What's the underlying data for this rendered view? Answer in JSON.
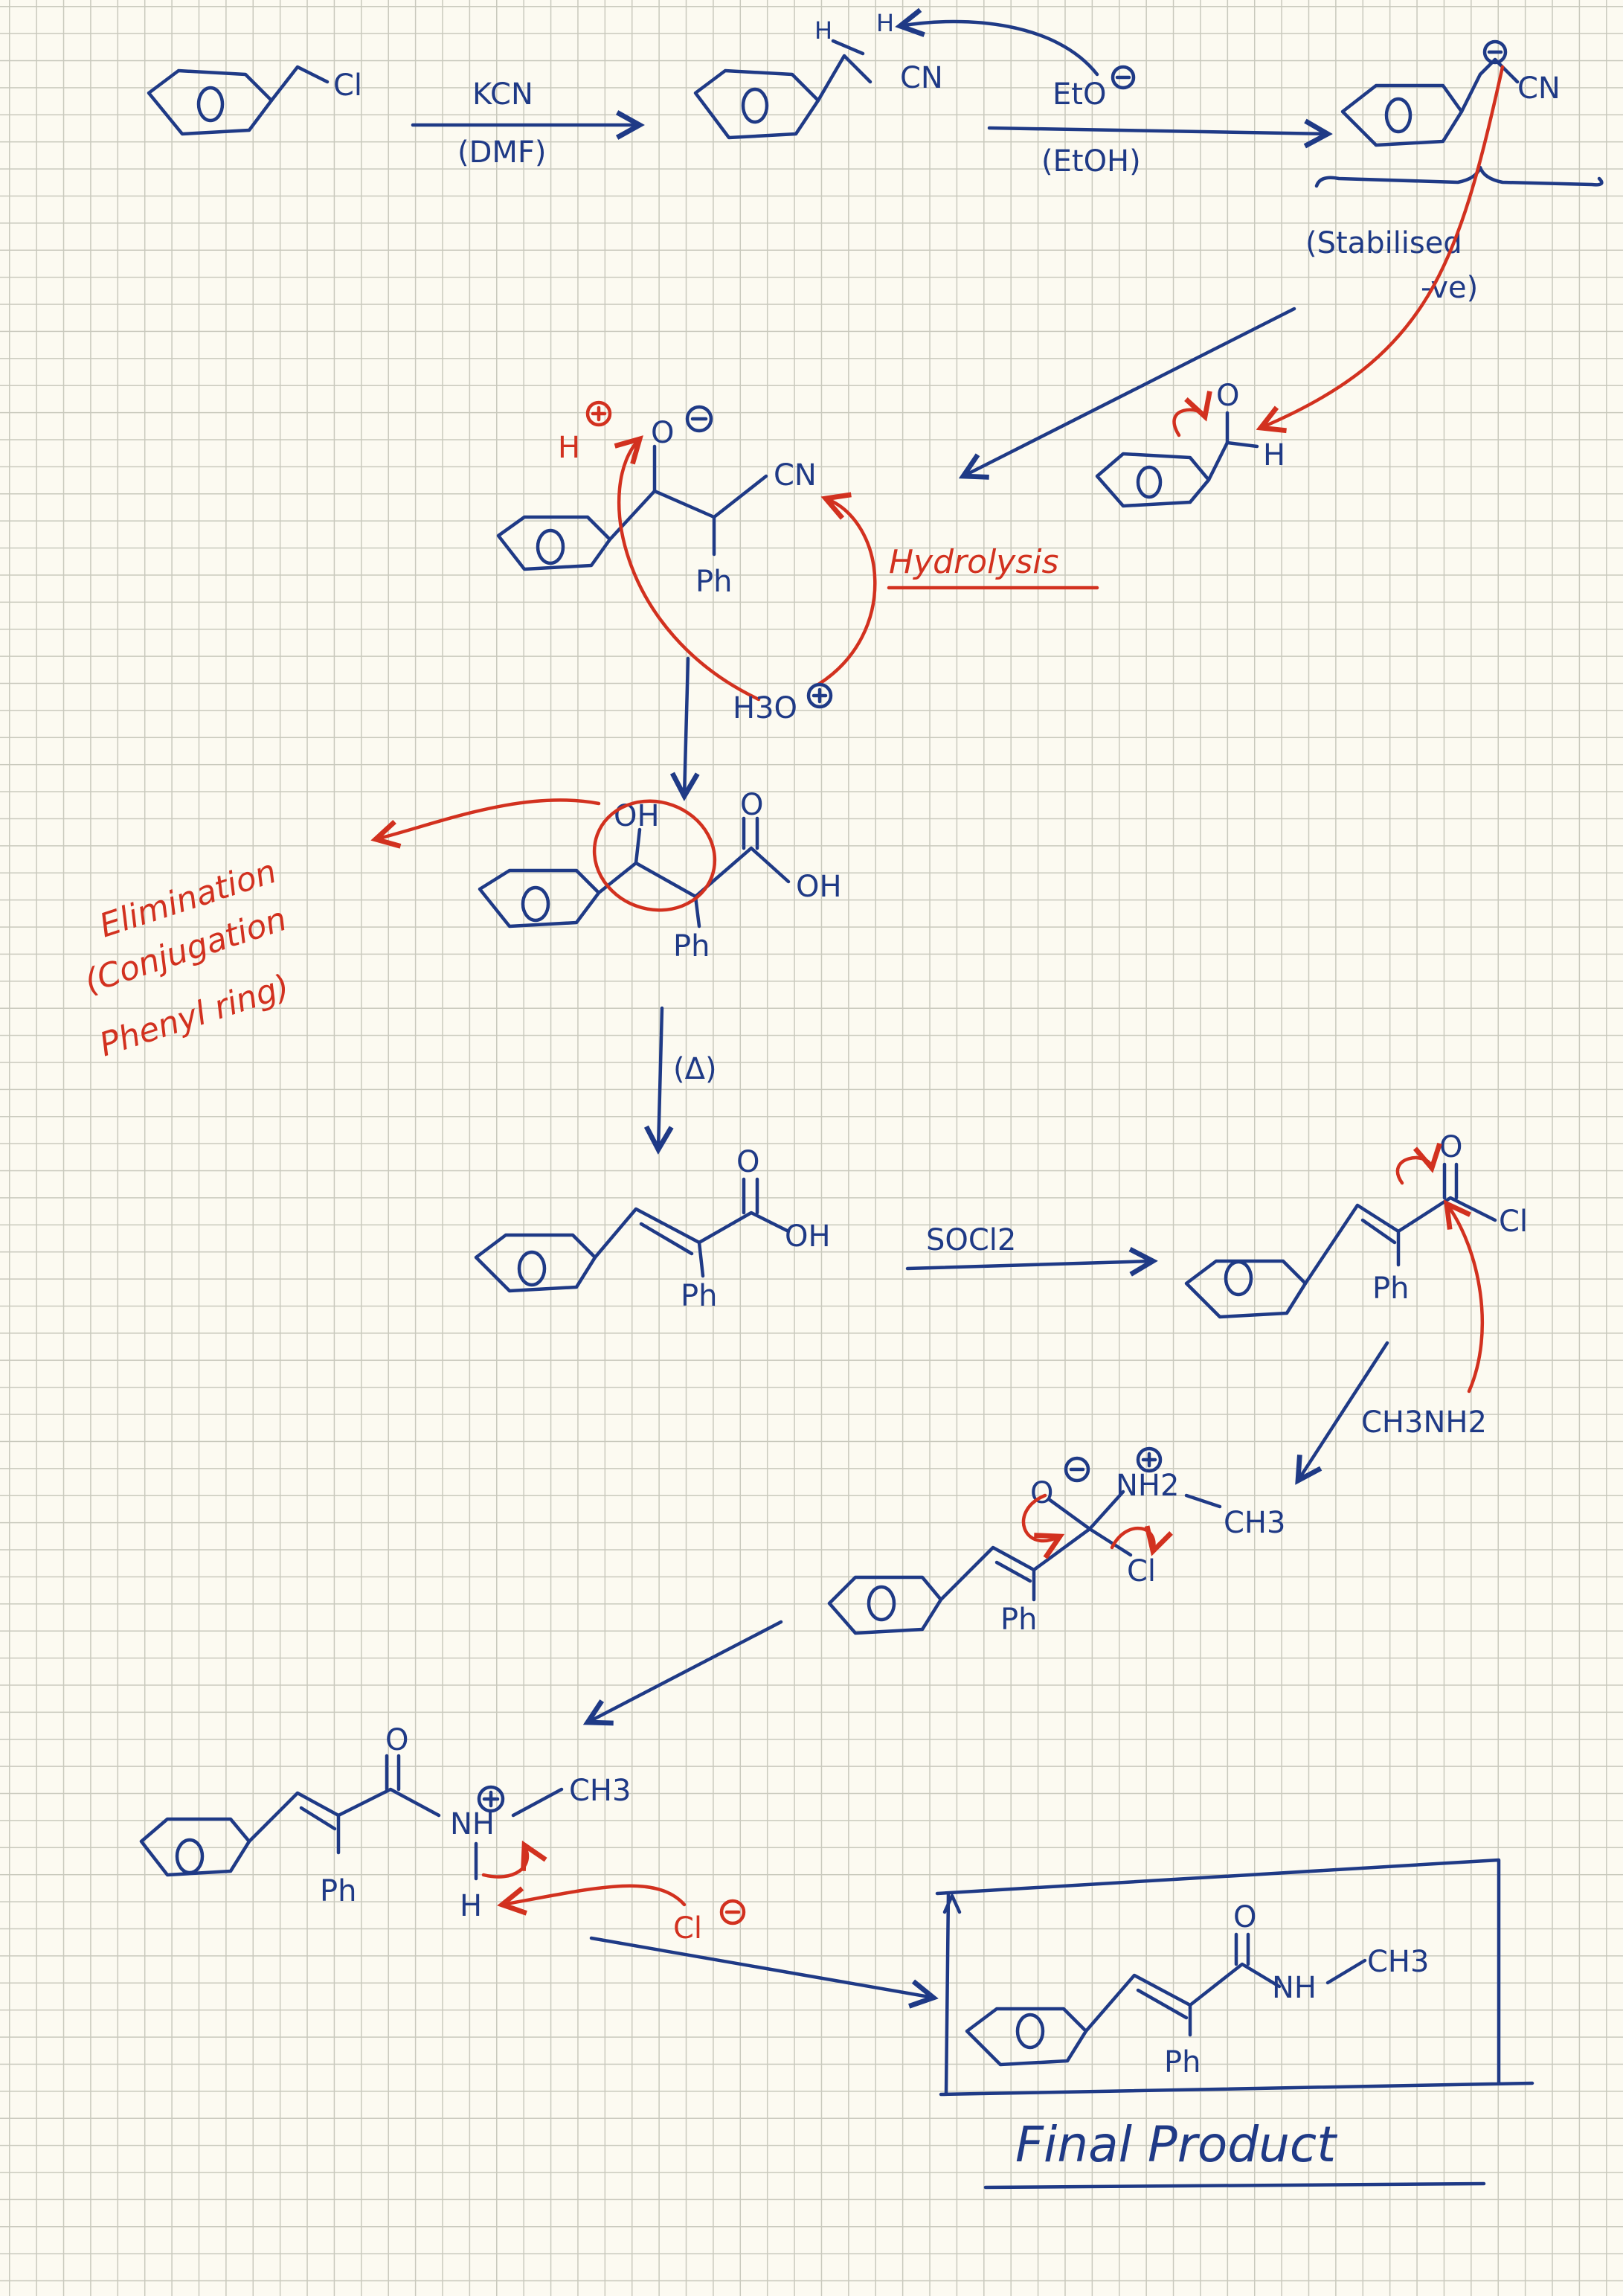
{
  "scheme": {
    "step1": {
      "reactant_cl": "Cl",
      "reagent": "KCN",
      "solvent": "(DMF)"
    },
    "step2": {
      "h_top": "H",
      "h_left": "H",
      "nitrile": "CN",
      "base": "EtO",
      "solvent": "(EtOH)"
    },
    "carbanion": {
      "nitrile": "CN",
      "note_line1": "(Stabilised",
      "note_line2": "-ve)"
    },
    "aldehyde": {
      "o": "O",
      "h": "H"
    },
    "alkoxide": {
      "o": "O",
      "h_plus": "H",
      "nitrile": "CN",
      "ph": "Ph",
      "hydrolysis_note": "Hydrolysis",
      "hydronium": "H3O"
    },
    "hydroxy_acid": {
      "oh": "OH",
      "carbonyl_o": "O",
      "acid_oh": "OH",
      "ph": "Ph",
      "note_line1": "Elimination",
      "note_line2": "(Conjugation",
      "note_line3": "Phenyl ring)",
      "heat": "(Δ)"
    },
    "acrylic_acid": {
      "carbonyl_o": "O",
      "oh": "OH",
      "ph": "Ph",
      "reagent": "SOCl2"
    },
    "acid_chloride": {
      "carbonyl_o": "O",
      "cl": "Cl",
      "ph": "Ph",
      "amine": "CH3NH2"
    },
    "tetrahedral": {
      "o": "O",
      "nh2": "NH2",
      "ch3": "CH3",
      "cl": "Cl",
      "ph": "Ph"
    },
    "ammonium_amide": {
      "carbonyl_o": "O",
      "nh": "NH",
      "ch3": "CH3",
      "h": "H",
      "ph": "Ph",
      "chloride": "Cl"
    },
    "product": {
      "carbonyl_o": "O",
      "nh": "NH",
      "ch3": "CH3",
      "ph": "Ph",
      "label": "Final Product"
    }
  }
}
